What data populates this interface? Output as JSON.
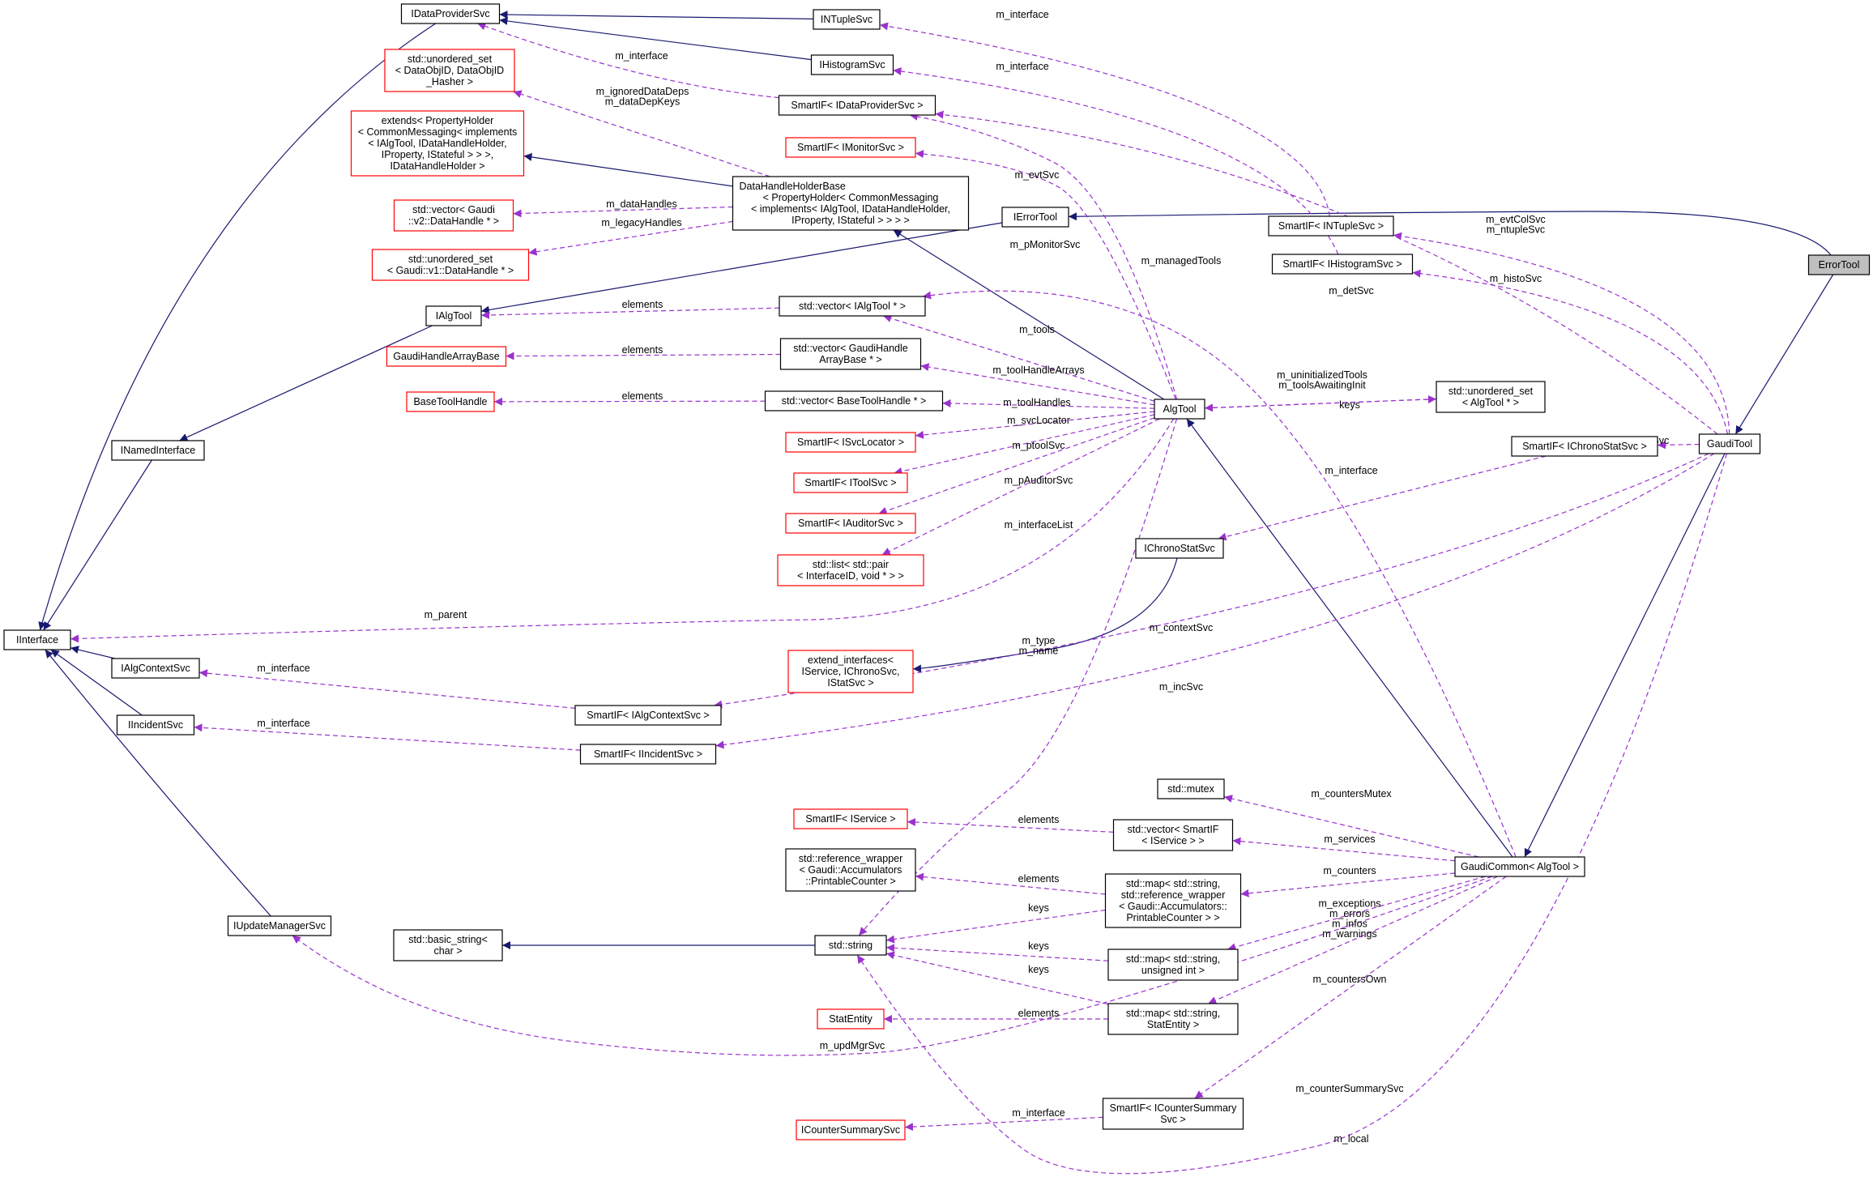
{
  "colors": {
    "inherit": "#191970",
    "use": "#9a32cd",
    "box_default": "#000000",
    "box_undoc": "#ff0000",
    "highlight_fill": "#bfbfbf"
  },
  "nodes": [
    {
      "id": "ErrorTool",
      "lines": [
        "ErrorTool"
      ],
      "style": "highlight"
    },
    {
      "id": "GaudiTool",
      "lines": [
        "GaudiTool"
      ],
      "style": "normal"
    },
    {
      "id": "IErrorTool",
      "lines": [
        "IErrorTool"
      ],
      "style": "normal"
    },
    {
      "id": "GaudiCommon",
      "lines": [
        "GaudiCommon< AlgTool >"
      ],
      "style": "normal"
    },
    {
      "id": "AlgTool",
      "lines": [
        "AlgTool"
      ],
      "style": "normal"
    },
    {
      "id": "DataHandleHolderBase",
      "lines": [
        "DataHandleHolderBase",
        "< PropertyHolder< CommonMessaging",
        "< implements< IAlgTool, IDataHandleHolder,",
        "IProperty, IStateful > > > >"
      ],
      "style": "normal",
      "align": "start"
    },
    {
      "id": "extendsPH",
      "lines": [
        "extends< PropertyHolder",
        "< CommonMessaging< implements",
        "< IAlgTool, IDataHandleHolder,",
        "IProperty, IStateful > > >,",
        "IDataHandleHolder >"
      ],
      "style": "undoc"
    },
    {
      "id": "uset_DataObjID",
      "lines": [
        "std::unordered_set",
        "< DataObjID, DataObjID",
        "_Hasher >"
      ],
      "style": "undoc"
    },
    {
      "id": "vec_v2DataHandle",
      "lines": [
        "std::vector< Gaudi",
        "::v2::DataHandle * >"
      ],
      "style": "undoc"
    },
    {
      "id": "uset_v1DataHandle",
      "lines": [
        "std::unordered_set",
        "< Gaudi::v1::DataHandle * >"
      ],
      "style": "undoc"
    },
    {
      "id": "IDataProviderSvc",
      "lines": [
        "IDataProviderSvc"
      ],
      "style": "normal"
    },
    {
      "id": "INTupleSvc",
      "lines": [
        "INTupleSvc"
      ],
      "style": "normal"
    },
    {
      "id": "IHistogramSvc",
      "lines": [
        "IHistogramSvc"
      ],
      "style": "normal"
    },
    {
      "id": "SmartIF_IDataProviderSvc",
      "lines": [
        "SmartIF< IDataProviderSvc >"
      ],
      "style": "normal"
    },
    {
      "id": "SmartIF_IMonitorSvc",
      "lines": [
        "SmartIF< IMonitorSvc >"
      ],
      "style": "undoc"
    },
    {
      "id": "SmartIF_INTupleSvc",
      "lines": [
        "SmartIF< INTupleSvc >"
      ],
      "style": "normal"
    },
    {
      "id": "SmartIF_IHistogramSvc",
      "lines": [
        "SmartIF< IHistogramSvc >"
      ],
      "style": "normal"
    },
    {
      "id": "IAlgTool",
      "lines": [
        "IAlgTool"
      ],
      "style": "normal"
    },
    {
      "id": "vec_IAlgTool",
      "lines": [
        "std::vector< IAlgTool * >"
      ],
      "style": "normal"
    },
    {
      "id": "GaudiHandleArrayBase",
      "lines": [
        "GaudiHandleArrayBase"
      ],
      "style": "undoc"
    },
    {
      "id": "vec_GaudiHandleArrayBase",
      "lines": [
        "std::vector< GaudiHandle",
        "ArrayBase * >"
      ],
      "style": "normal"
    },
    {
      "id": "BaseToolHandle",
      "lines": [
        "BaseToolHandle"
      ],
      "style": "undoc"
    },
    {
      "id": "vec_BaseToolHandle",
      "lines": [
        "std::vector< BaseToolHandle * >"
      ],
      "style": "normal"
    },
    {
      "id": "uset_AlgTool",
      "lines": [
        "std::unordered_set",
        "< AlgTool * >"
      ],
      "style": "normal"
    },
    {
      "id": "INamedInterface",
      "lines": [
        "INamedInterface"
      ],
      "style": "normal"
    },
    {
      "id": "SmartIF_ISvcLocator",
      "lines": [
        "SmartIF< ISvcLocator >"
      ],
      "style": "undoc"
    },
    {
      "id": "SmartIF_IToolSvc",
      "lines": [
        "SmartIF< IToolSvc >"
      ],
      "style": "undoc"
    },
    {
      "id": "SmartIF_IAuditorSvc",
      "lines": [
        "SmartIF< IAuditorSvc >"
      ],
      "style": "undoc"
    },
    {
      "id": "list_pair",
      "lines": [
        "std::list< std::pair",
        "< InterfaceID, void * > >"
      ],
      "style": "undoc"
    },
    {
      "id": "SmartIF_IChronoStatSvc",
      "lines": [
        "SmartIF< IChronoStatSvc >"
      ],
      "style": "normal"
    },
    {
      "id": "IChronoStatSvc",
      "lines": [
        "IChronoStatSvc"
      ],
      "style": "normal"
    },
    {
      "id": "IInterface",
      "lines": [
        "IInterface"
      ],
      "style": "normal"
    },
    {
      "id": "IAlgContextSvc",
      "lines": [
        "IAlgContextSvc"
      ],
      "style": "normal"
    },
    {
      "id": "IIncidentSvc",
      "lines": [
        "IIncidentSvc"
      ],
      "style": "normal"
    },
    {
      "id": "extend_interfaces",
      "lines": [
        "extend_interfaces<",
        "IService, IChronoSvc,",
        "IStatSvc >"
      ],
      "style": "undoc"
    },
    {
      "id": "SmartIF_IAlgContextSvc",
      "lines": [
        "SmartIF< IAlgContextSvc >"
      ],
      "style": "normal"
    },
    {
      "id": "SmartIF_IIncidentSvc",
      "lines": [
        "SmartIF< IIncidentSvc >"
      ],
      "style": "normal"
    },
    {
      "id": "std_mutex",
      "lines": [
        "std::mutex"
      ],
      "style": "normal"
    },
    {
      "id": "SmartIF_IService",
      "lines": [
        "SmartIF< IService >"
      ],
      "style": "undoc"
    },
    {
      "id": "vec_SmartIF_IService",
      "lines": [
        "std::vector< SmartIF",
        "< IService > >"
      ],
      "style": "normal"
    },
    {
      "id": "refwrap_PC",
      "lines": [
        "std::reference_wrapper",
        "< Gaudi::Accumulators",
        "::PrintableCounter >"
      ],
      "style": "normal"
    },
    {
      "id": "map_string_refwrap",
      "lines": [
        "std::map< std::string,",
        "std::reference_wrapper",
        "< Gaudi::Accumulators::",
        "PrintableCounter > >"
      ],
      "style": "normal"
    },
    {
      "id": "IUpdateManagerSvc",
      "lines": [
        "IUpdateManagerSvc"
      ],
      "style": "normal"
    },
    {
      "id": "basic_string",
      "lines": [
        "std::basic_string<",
        "char >"
      ],
      "style": "normal"
    },
    {
      "id": "std_string",
      "lines": [
        "std::string"
      ],
      "style": "normal"
    },
    {
      "id": "map_string_uint",
      "lines": [
        "std::map< std::string,",
        "unsigned int >"
      ],
      "style": "normal"
    },
    {
      "id": "StatEntity",
      "lines": [
        "StatEntity"
      ],
      "style": "undoc"
    },
    {
      "id": "map_string_StatEntity",
      "lines": [
        "std::map< std::string,",
        "StatEntity >"
      ],
      "style": "normal"
    },
    {
      "id": "ICounterSummarySvc",
      "lines": [
        "ICounterSummarySvc"
      ],
      "style": "undoc"
    },
    {
      "id": "SmartIF_ICounterSummarySvc",
      "lines": [
        "SmartIF< ICounterSummary",
        "Svc >"
      ],
      "style": "normal"
    }
  ],
  "edges": [
    {
      "from": "ErrorTool",
      "to": "IErrorTool",
      "kind": "inherit",
      "label": []
    },
    {
      "from": "ErrorTool",
      "to": "GaudiTool",
      "kind": "inherit",
      "label": []
    },
    {
      "from": "GaudiTool",
      "to": "GaudiCommon",
      "kind": "inherit",
      "label": []
    },
    {
      "from": "GaudiCommon",
      "to": "AlgTool",
      "kind": "inherit",
      "label": []
    },
    {
      "from": "AlgTool",
      "to": "DataHandleHolderBase",
      "kind": "inherit",
      "label": []
    },
    {
      "from": "DataHandleHolderBase",
      "to": "extendsPH",
      "kind": "inherit",
      "label": []
    },
    {
      "from": "INTupleSvc",
      "to": "IDataProviderSvc",
      "kind": "inherit",
      "label": []
    },
    {
      "from": "IHistogramSvc",
      "to": "IDataProviderSvc",
      "kind": "inherit",
      "label": []
    },
    {
      "from": "IErrorTool",
      "to": "IAlgTool",
      "kind": "inherit",
      "label": []
    },
    {
      "from": "IAlgTool",
      "to": "INamedInterface",
      "kind": "inherit",
      "label": []
    },
    {
      "from": "INamedInterface",
      "to": "IInterface",
      "kind": "inherit",
      "label": []
    },
    {
      "from": "IDataProviderSvc",
      "to": "IInterface",
      "kind": "inherit",
      "label": []
    },
    {
      "from": "IAlgContextSvc",
      "to": "IInterface",
      "kind": "inherit",
      "label": []
    },
    {
      "from": "IIncidentSvc",
      "to": "IInterface",
      "kind": "inherit",
      "label": []
    },
    {
      "from": "IUpdateManagerSvc",
      "to": "IInterface",
      "kind": "inherit",
      "label": []
    },
    {
      "from": "IChronoStatSvc",
      "to": "extend_interfaces",
      "kind": "inherit",
      "label": []
    },
    {
      "from": "std_string",
      "to": "basic_string",
      "kind": "inherit",
      "label": []
    },
    {
      "from": "SmartIF_INTupleSvc",
      "to": "INTupleSvc",
      "kind": "use",
      "label": [
        "m_interface"
      ]
    },
    {
      "from": "SmartIF_IHistogramSvc",
      "to": "IHistogramSvc",
      "kind": "use",
      "label": [
        "m_interface"
      ]
    },
    {
      "from": "SmartIF_IDataProviderSvc",
      "to": "IDataProviderSvc",
      "kind": "use",
      "label": [
        "m_interface"
      ]
    },
    {
      "from": "DataHandleHolderBase",
      "to": "uset_DataObjID",
      "kind": "use",
      "label": [
        "m_ignoredDataDeps",
        "m_dataDepKeys"
      ]
    },
    {
      "from": "DataHandleHolderBase",
      "to": "vec_v2DataHandle",
      "kind": "use",
      "label": [
        "m_dataHandles"
      ]
    },
    {
      "from": "DataHandleHolderBase",
      "to": "uset_v1DataHandle",
      "kind": "use",
      "label": [
        "m_legacyHandles"
      ]
    },
    {
      "from": "vec_IAlgTool",
      "to": "IAlgTool",
      "kind": "use",
      "label": [
        "elements"
      ]
    },
    {
      "from": "vec_GaudiHandleArrayBase",
      "to": "GaudiHandleArrayBase",
      "kind": "use",
      "label": [
        "elements"
      ]
    },
    {
      "from": "vec_BaseToolHandle",
      "to": "BaseToolHandle",
      "kind": "use",
      "label": [
        "elements"
      ]
    },
    {
      "from": "AlgTool",
      "to": "SmartIF_IDataProviderSvc",
      "kind": "use",
      "label": [
        "m_evtSvc"
      ]
    },
    {
      "from": "AlgTool",
      "to": "SmartIF_IMonitorSvc",
      "kind": "use",
      "label": [
        "m_pMonitorSvc"
      ]
    },
    {
      "from": "AlgTool",
      "to": "vec_IAlgTool",
      "kind": "use",
      "label": [
        "m_tools"
      ]
    },
    {
      "from": "AlgTool",
      "to": "vec_GaudiHandleArrayBase",
      "kind": "use",
      "label": [
        "m_toolHandleArrays"
      ]
    },
    {
      "from": "AlgTool",
      "to": "vec_BaseToolHandle",
      "kind": "use",
      "label": [
        "m_toolHandles"
      ]
    },
    {
      "from": "AlgTool",
      "to": "SmartIF_ISvcLocator",
      "kind": "use",
      "label": [
        "m_svcLocator"
      ]
    },
    {
      "from": "AlgTool",
      "to": "SmartIF_IToolSvc",
      "kind": "use",
      "label": [
        "m_ptoolSvc"
      ]
    },
    {
      "from": "AlgTool",
      "to": "SmartIF_IAuditorSvc",
      "kind": "use",
      "label": [
        "m_pAuditorSvc"
      ]
    },
    {
      "from": "AlgTool",
      "to": "list_pair",
      "kind": "use",
      "label": [
        "m_interfaceList"
      ]
    },
    {
      "from": "AlgTool",
      "to": "IInterface",
      "kind": "use",
      "label": [
        "m_parent"
      ]
    },
    {
      "from": "AlgTool",
      "to": "std_string",
      "kind": "use",
      "label": [
        "m_type",
        "m_name"
      ]
    },
    {
      "from": "AlgTool",
      "to": "uset_AlgTool",
      "kind": "use",
      "label": [
        "m_uninitializedTools",
        "m_toolsAwaitingInit"
      ]
    },
    {
      "from": "uset_AlgTool",
      "to": "AlgTool",
      "kind": "use",
      "label": [
        "keys"
      ]
    },
    {
      "from": "SmartIF_IChronoStatSvc",
      "to": "IChronoStatSvc",
      "kind": "use",
      "label": [
        "m_interface"
      ]
    },
    {
      "from": "SmartIF_IAlgContextSvc",
      "to": "IAlgContextSvc",
      "kind": "use",
      "label": [
        "m_interface"
      ]
    },
    {
      "from": "SmartIF_IIncidentSvc",
      "to": "IIncidentSvc",
      "kind": "use",
      "label": [
        "m_interface"
      ]
    },
    {
      "from": "GaudiTool",
      "to": "SmartIF_INTupleSvc",
      "kind": "use",
      "label": [
        "m_evtColSvc",
        "m_ntupleSvc"
      ]
    },
    {
      "from": "GaudiTool",
      "to": "SmartIF_IHistogramSvc",
      "kind": "use",
      "label": [
        "m_histoSvc"
      ]
    },
    {
      "from": "GaudiTool",
      "to": "SmartIF_IDataProviderSvc",
      "kind": "use",
      "label": [
        "m_detSvc"
      ]
    },
    {
      "from": "GaudiTool",
      "to": "SmartIF_IChronoStatSvc",
      "kind": "use",
      "label": [
        "m_chronoSvc"
      ]
    },
    {
      "from": "GaudiTool",
      "to": "SmartIF_IAlgContextSvc",
      "kind": "use",
      "label": [
        "m_contextSvc"
      ]
    },
    {
      "from": "GaudiTool",
      "to": "SmartIF_IIncidentSvc",
      "kind": "use",
      "label": [
        "m_incSvc"
      ]
    },
    {
      "from": "GaudiTool",
      "to": "std_string",
      "kind": "use",
      "label": [
        "m_local"
      ]
    },
    {
      "from": "GaudiCommon",
      "to": "vec_IAlgTool",
      "kind": "use",
      "label": [
        "m_managedTools"
      ]
    },
    {
      "from": "GaudiCommon",
      "to": "std_mutex",
      "kind": "use",
      "label": [
        "m_countersMutex"
      ]
    },
    {
      "from": "GaudiCommon",
      "to": "vec_SmartIF_IService",
      "kind": "use",
      "label": [
        "m_services"
      ]
    },
    {
      "from": "GaudiCommon",
      "to": "map_string_refwrap",
      "kind": "use",
      "label": [
        "m_counters"
      ]
    },
    {
      "from": "GaudiCommon",
      "to": "map_string_uint",
      "kind": "use",
      "label": [
        "m_exceptions",
        "m_errors",
        "m_infos",
        "m_warnings"
      ]
    },
    {
      "from": "GaudiCommon",
      "to": "map_string_StatEntity",
      "kind": "use",
      "label": [
        "m_countersOwn"
      ]
    },
    {
      "from": "GaudiCommon",
      "to": "SmartIF_ICounterSummarySvc",
      "kind": "use",
      "label": [
        "m_counterSummarySvc"
      ]
    },
    {
      "from": "GaudiCommon",
      "to": "IUpdateManagerSvc",
      "kind": "use",
      "label": [
        "m_updMgrSvc"
      ]
    },
    {
      "from": "vec_SmartIF_IService",
      "to": "SmartIF_IService",
      "kind": "use",
      "label": [
        "elements"
      ]
    },
    {
      "from": "map_string_refwrap",
      "to": "refwrap_PC",
      "kind": "use",
      "label": [
        "elements"
      ]
    },
    {
      "from": "map_string_refwrap",
      "to": "std_string",
      "kind": "use",
      "label": [
        "keys"
      ]
    },
    {
      "from": "map_string_uint",
      "to": "std_string",
      "kind": "use",
      "label": [
        "keys"
      ]
    },
    {
      "from": "map_string_StatEntity",
      "to": "std_string",
      "kind": "use",
      "label": [
        "keys"
      ]
    },
    {
      "from": "map_string_StatEntity",
      "to": "StatEntity",
      "kind": "use",
      "label": [
        "elements"
      ]
    },
    {
      "from": "SmartIF_ICounterSummarySvc",
      "to": "ICounterSummarySvc",
      "kind": "use",
      "label": [
        "m_interface"
      ]
    }
  ]
}
